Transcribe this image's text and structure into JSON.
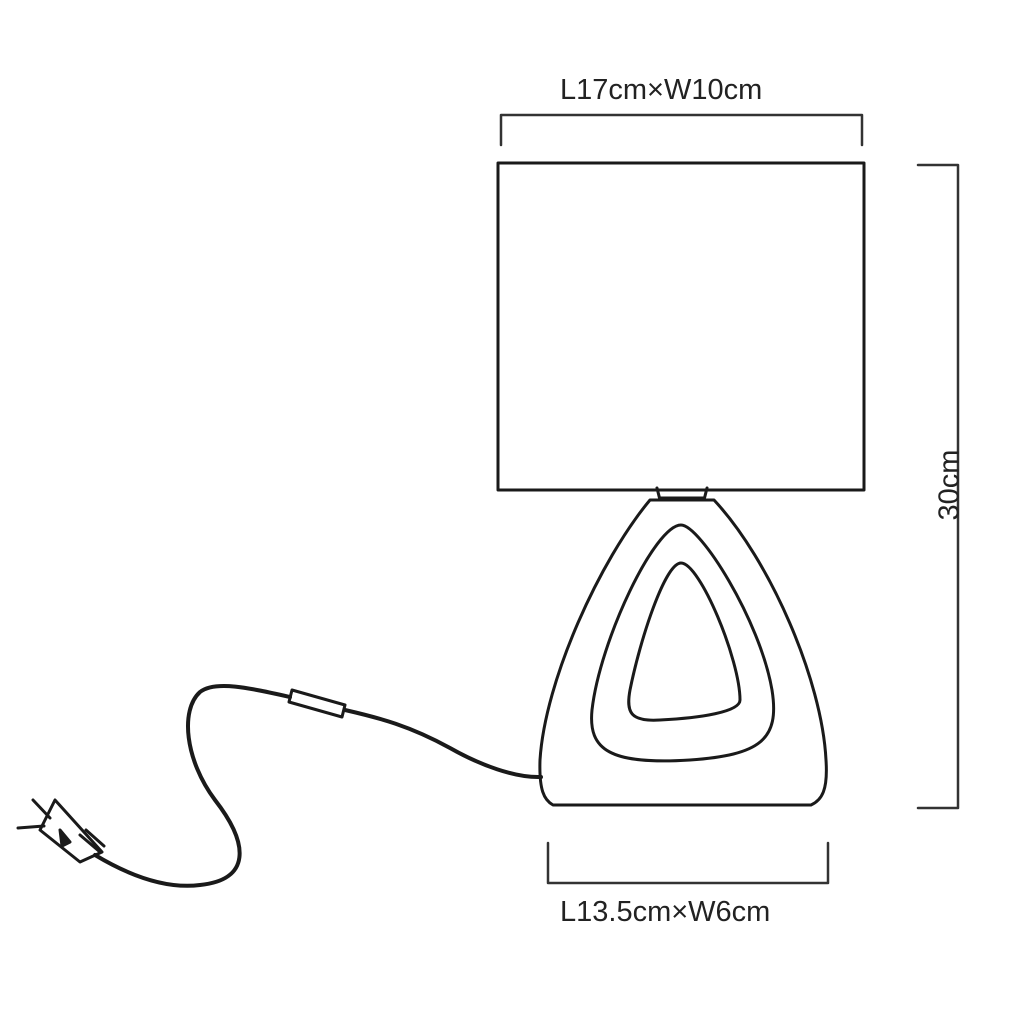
{
  "dimensions": {
    "shade": "L17cm×W10cm",
    "base": "L13.5cm×W6cm",
    "height": "30cm"
  },
  "colors": {
    "line": "#1a1a1a"
  }
}
